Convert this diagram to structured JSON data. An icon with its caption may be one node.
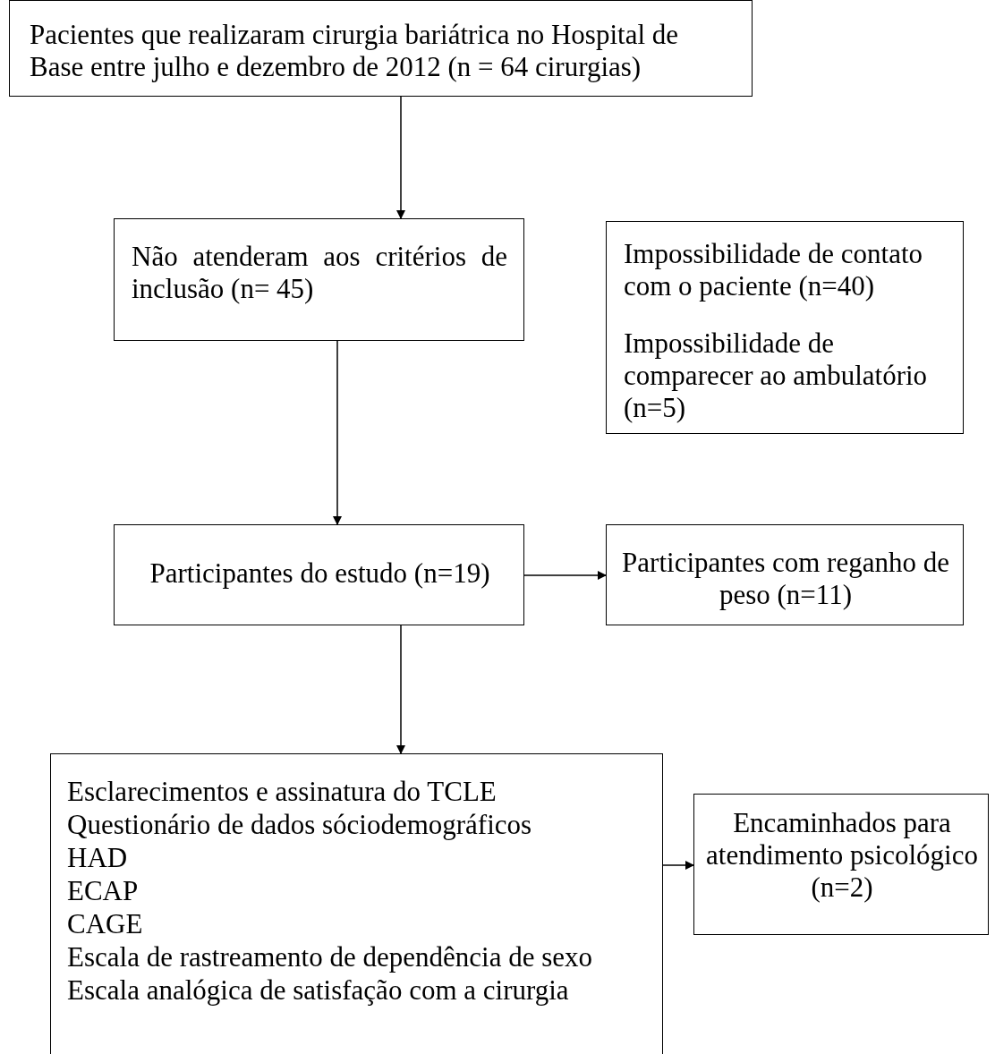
{
  "diagram": {
    "nodes": [
      {
        "text": [
          "Pacientes que realizaram cirurgia bariátrica no Hospital de Base entre julho e dezembro de 2012 (n = 64 cirurgias)"
        ]
      },
      {
        "text": [
          "Não atenderam aos critérios de inclusão (n= 45)"
        ]
      },
      {
        "text": [
          "Impossibilidade de contato com o paciente (n=40)",
          "Impossibilidade de comparecer ao ambulatório (n=5)"
        ]
      },
      {
        "text": [
          "Participantes do estudo (n=19)"
        ]
      },
      {
        "text": [
          "Participantes com reganho de peso (n=11)"
        ]
      },
      {
        "text": [
          "Esclarecimentos e assinatura do TCLE",
          "Questionário de dados sóciodemográficos",
          "HAD",
          "ECAP",
          "CAGE",
          "Escala de rastreamento de dependência de sexo",
          "Escala analógica de satisfação com a cirurgia"
        ]
      },
      {
        "text": [
          "Encaminhados para atendimento psicológico (n=2)"
        ]
      }
    ],
    "edges": [
      {
        "from": 0,
        "to": 1,
        "arrow": "to"
      },
      {
        "from": 1,
        "to": 3,
        "arrow": "to"
      },
      {
        "from": 3,
        "to": 4,
        "arrow": "to"
      },
      {
        "from": 3,
        "to": 5,
        "arrow": "to"
      },
      {
        "from": 5,
        "to": 6,
        "arrow": "to"
      }
    ]
  }
}
